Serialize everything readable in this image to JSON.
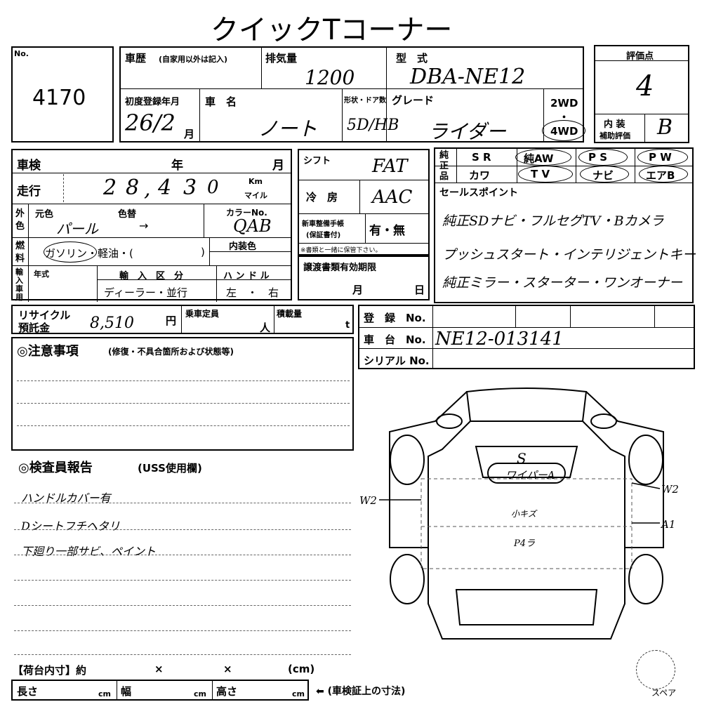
{
  "title": "クイックTコーナー",
  "no": {
    "label": "No.",
    "value": "4170"
  },
  "history": {
    "label": "車歴",
    "note": "(自家用以外は記入)"
  },
  "displacement": {
    "label": "排気量",
    "value": "1200"
  },
  "model_type": {
    "label": "型　式",
    "value": "DBA-NE12"
  },
  "first_reg": {
    "label": "初度登録年月",
    "value": "26/2",
    "month": "月"
  },
  "car_name": {
    "label": "車　名",
    "value": "ノート"
  },
  "shape": {
    "label": "形状・ドア数",
    "value": "5D/HB"
  },
  "grade": {
    "label": "グレード",
    "value": "ライダー"
  },
  "drive": {
    "two": "2WD",
    "dot": "・",
    "four": "4WD"
  },
  "rating": {
    "label": "評価点",
    "value": "4"
  },
  "interior_rating": {
    "label1": "内 装",
    "label2": "補助評価",
    "value": "B"
  },
  "inspection": {
    "label": "車検",
    "year": "年",
    "month": "月"
  },
  "mileage": {
    "label": "走行",
    "digits": [
      "",
      "2",
      "8",
      "4",
      "3",
      "0"
    ],
    "comma": ",",
    "km": "Km",
    "mile": "マイル"
  },
  "color": {
    "exterior": "外色",
    "original": "元色",
    "changed": "色替",
    "value": "パール",
    "arrow": "→",
    "code_label": "カラーNo.",
    "code": "QAB"
  },
  "fuel": {
    "label": "燃料",
    "options": "ガソリン・軽油・(",
    "close": ")"
  },
  "interior_color": {
    "label": "内装色"
  },
  "import": {
    "label": "輸入車用",
    "year": "年式",
    "category_label": "輸　入　区　分",
    "category": "ディーラー・並行"
  },
  "handle": {
    "label": "ハ ン ド ル",
    "value": "左　・　右"
  },
  "shift": {
    "label": "シフト",
    "value": "FAT"
  },
  "aircon": {
    "label": "冷　房",
    "value": "AAC"
  },
  "manual": {
    "label1": "新車整備手帳",
    "label2": "(保証書付)",
    "value": "有・無",
    "note": "※書類と一緒に保管下さい。"
  },
  "transfer": {
    "label": "譲渡書類有効期限",
    "month": "月",
    "day": "日"
  },
  "genuine": {
    "label": "純正品",
    "items": [
      "S R",
      "純AW",
      "P S",
      "P W",
      "カワ",
      "T V",
      "ナビ",
      "エアB"
    ]
  },
  "sales_points": {
    "label": "セールスポイント",
    "lines": [
      "純正SDナビ・フルセグTV・Bカメラ",
      "プッシュスタート・インテリジェントキー",
      "純正ミラー・スターター・ワンオーナー"
    ]
  },
  "recycle": {
    "label1": "リサイクル",
    "label2": "預託金",
    "value": "8,510",
    "unit": "円"
  },
  "capacity": {
    "label": "乗車定員",
    "unit": "人"
  },
  "load": {
    "label": "積載量",
    "unit": "t"
  },
  "reg_no": {
    "label": "登　録　No."
  },
  "chassis_no": {
    "label": "車　台　No.",
    "value": "NE12-013141"
  },
  "serial_no": {
    "label": "シリアル No."
  },
  "caution": {
    "label": "◎注意事項",
    "note": "(修復・不具合箇所および状態等)"
  },
  "inspector": {
    "label": "◎検査員報告",
    "note": "(USS使用欄)",
    "lines": [
      "ハンドルカバー有",
      "Dシートフチヘタリ",
      "下廻り一部サビ、ペイント"
    ]
  },
  "diagram": {
    "s": "S",
    "windshield": "ワイパーA",
    "w2_left": "W2",
    "w2_right": "W2",
    "a1": "A1",
    "small_scratch": "小キズ",
    "p4": "P4ラ"
  },
  "cargo": {
    "label": "【荷台内寸】約",
    "x1": "×",
    "x2": "×",
    "unit": "(cm)"
  },
  "dims": {
    "length": "長さ",
    "width": "幅",
    "height": "高さ",
    "cm": "cm",
    "note": "⬅ (車検証上の寸法)"
  },
  "spare": "スペア"
}
